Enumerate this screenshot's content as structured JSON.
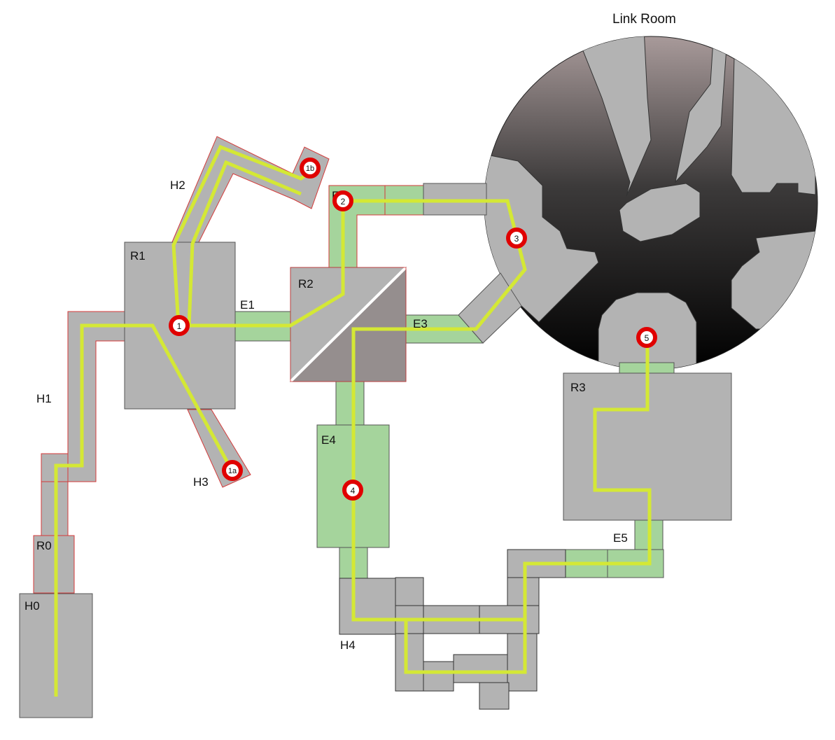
{
  "title": "Link Room",
  "areas": [
    {
      "id": "H0",
      "label": "H0"
    },
    {
      "id": "R0",
      "label": "R0"
    },
    {
      "id": "H1",
      "label": "H1"
    },
    {
      "id": "R1",
      "label": "R1"
    },
    {
      "id": "H2",
      "label": "H2"
    },
    {
      "id": "H3",
      "label": "H3"
    },
    {
      "id": "E1",
      "label": "E1"
    },
    {
      "id": "R2",
      "label": "R2"
    },
    {
      "id": "E2",
      "label": "E2"
    },
    {
      "id": "E3",
      "label": "E3"
    },
    {
      "id": "E4",
      "label": "E4"
    },
    {
      "id": "H4",
      "label": "H4"
    },
    {
      "id": "E5",
      "label": "E5"
    },
    {
      "id": "R3",
      "label": "R3"
    }
  ],
  "waypoints": [
    {
      "label": "1"
    },
    {
      "label": "1a"
    },
    {
      "label": "1b"
    },
    {
      "label": "2"
    },
    {
      "label": "3"
    },
    {
      "label": "4"
    },
    {
      "label": "5"
    }
  ],
  "colors": {
    "room": "#b3b3b3",
    "corridor_green": "#a5d49c",
    "path": "#d4e835",
    "waypoint_ring": "#e00000",
    "outline_red": "#d43a3a"
  }
}
